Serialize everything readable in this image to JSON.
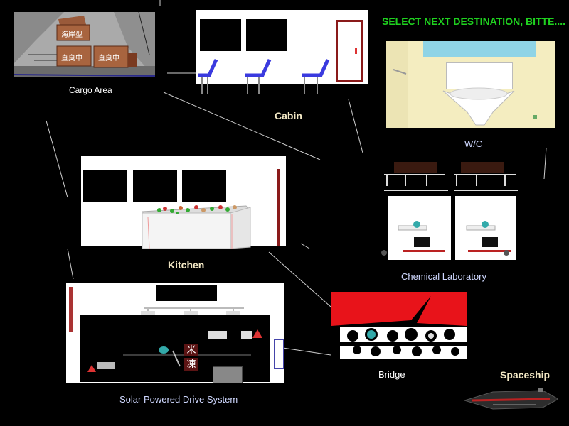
{
  "prompt": "SELECT NEXT DESTINATION, BITTE....",
  "rooms": {
    "cargo": {
      "label": "Cargo Area",
      "crates": [
        "海岸型",
        "直臭中",
        "直臭中"
      ]
    },
    "cabin": {
      "label": "Cabin"
    },
    "wc": {
      "label": "W/C"
    },
    "kitchen": {
      "label": "Kitchen"
    },
    "lab": {
      "label": "Chemical Laboratory"
    },
    "drive": {
      "label": "Solar Powered Drive System",
      "symbols": [
        "米",
        "凍"
      ]
    },
    "bridge": {
      "label": "Bridge"
    },
    "spaceship": {
      "label": "Spaceship"
    }
  },
  "colors": {
    "prompt": "#1fd11f",
    "accent_red": "#e8131a",
    "label_cream": "#f2e7c4"
  }
}
